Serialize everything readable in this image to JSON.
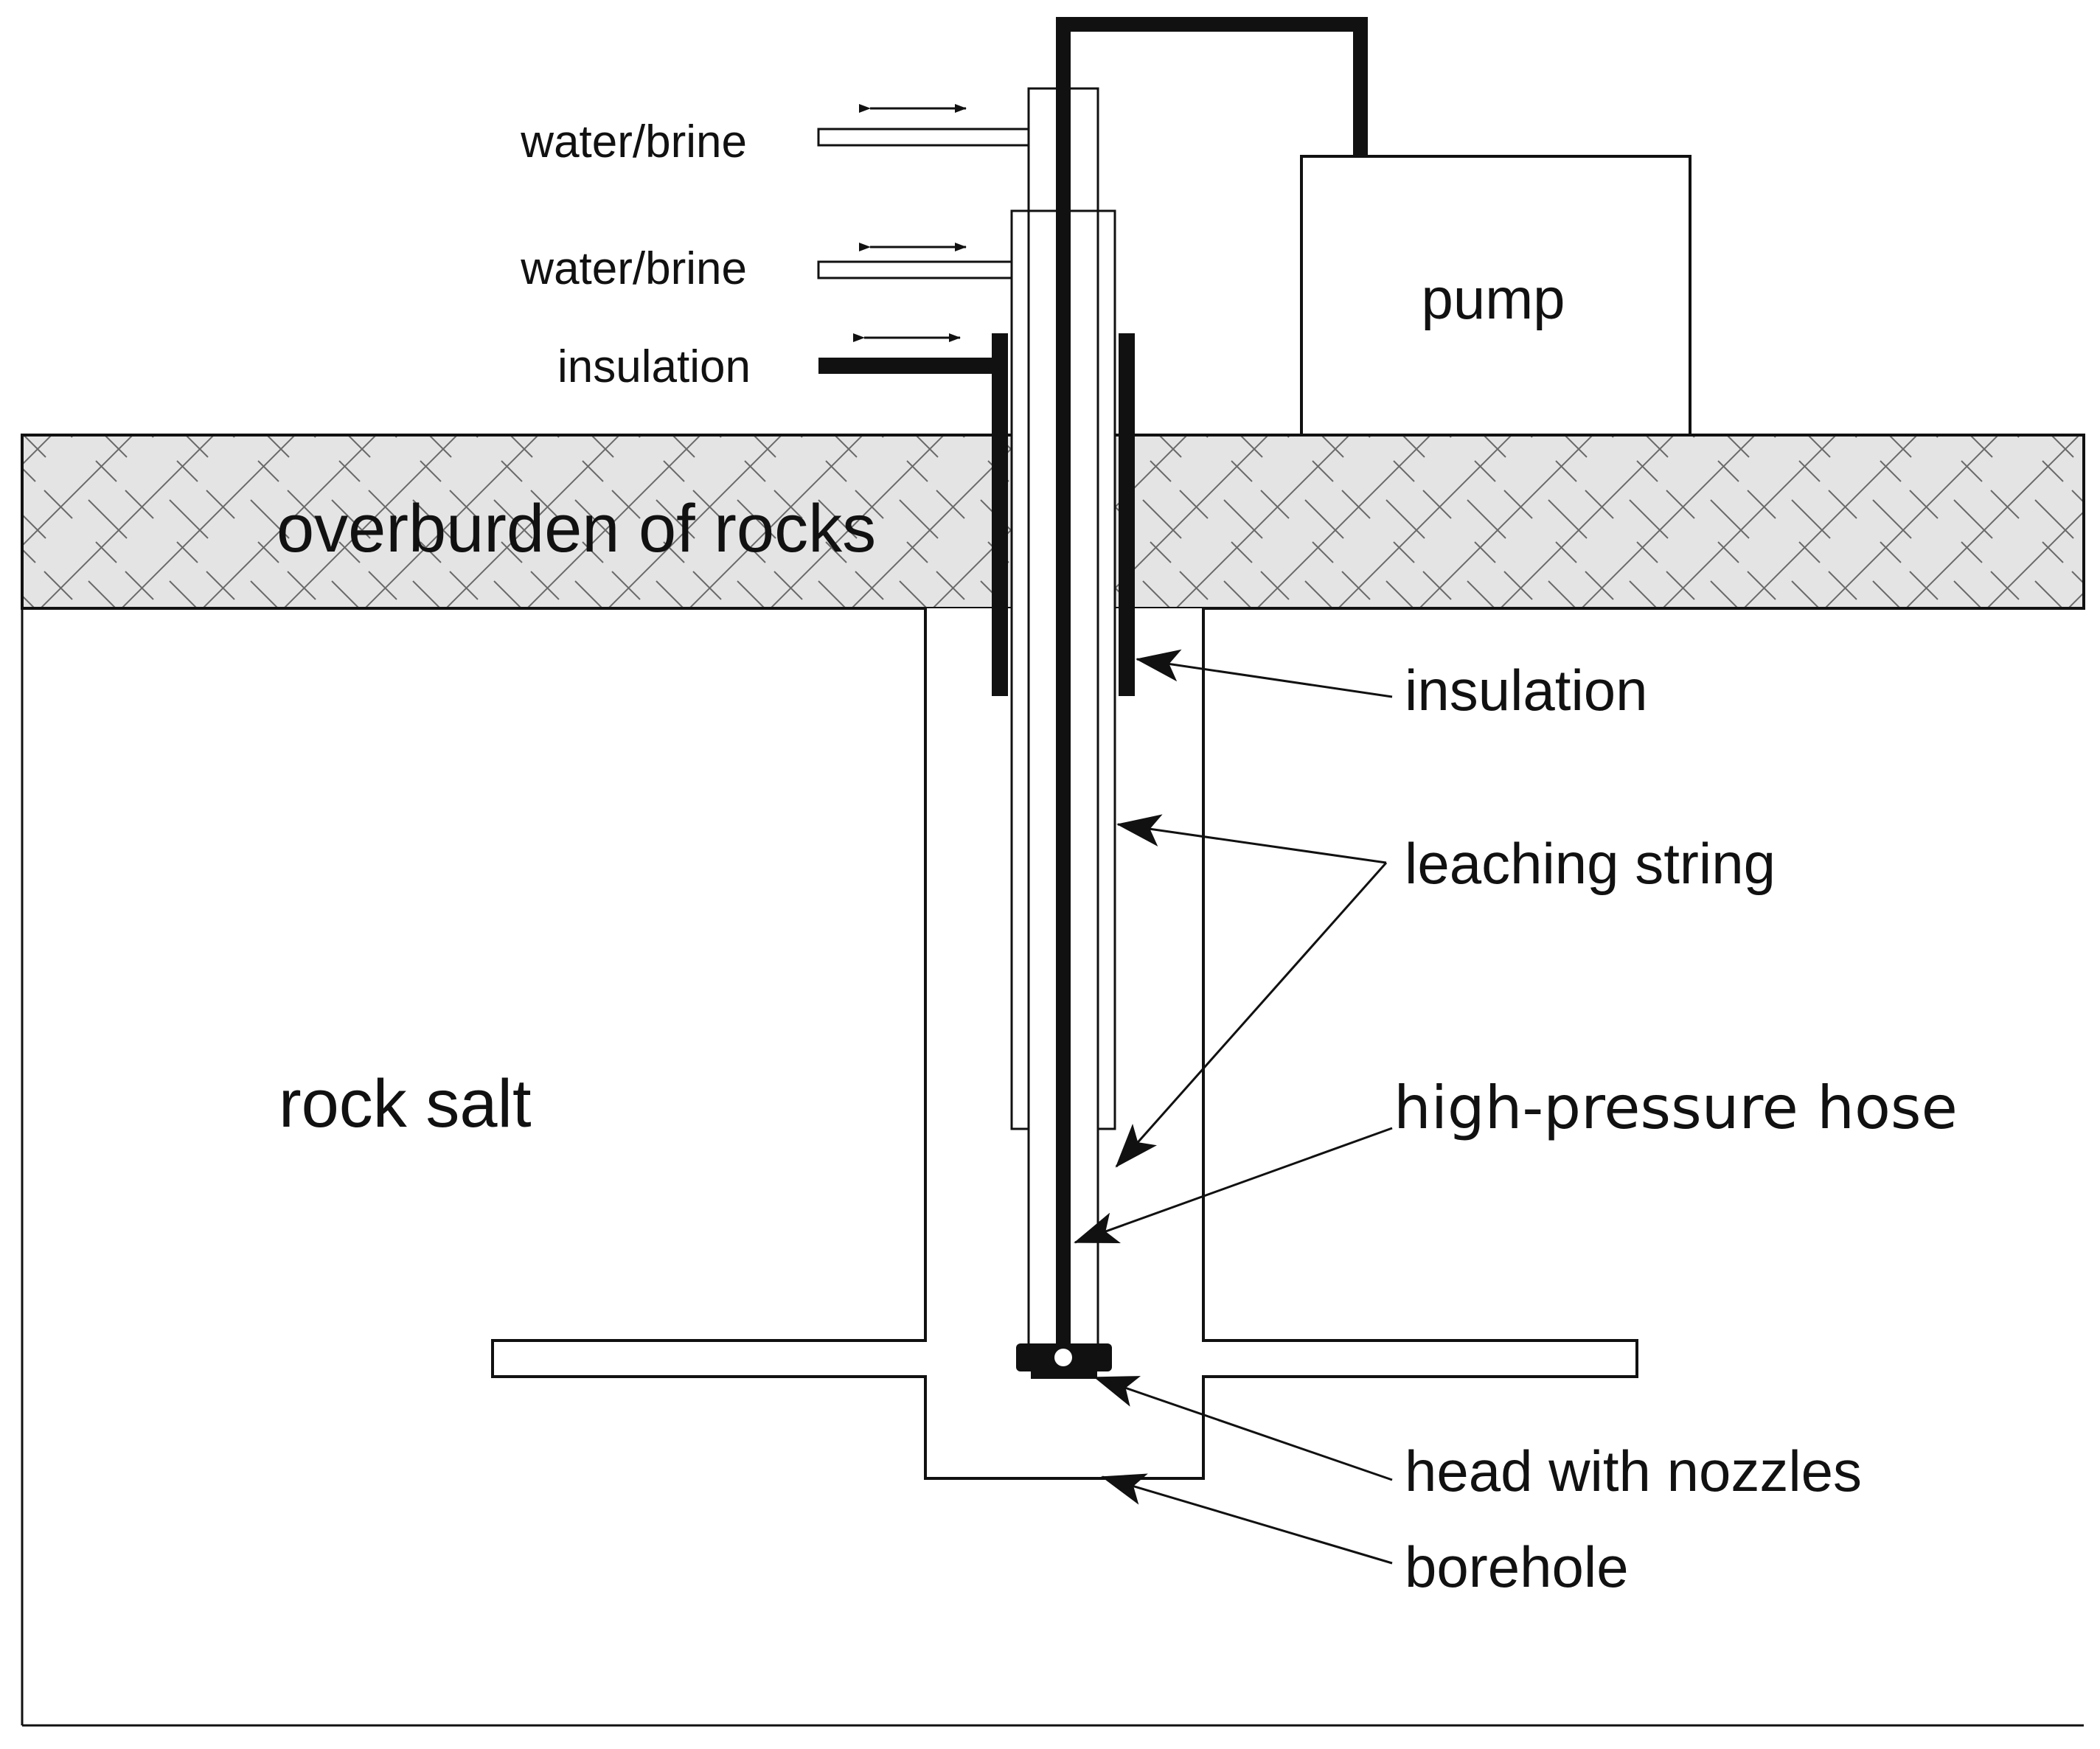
{
  "labels": {
    "water_brine_top": "water/brine",
    "water_brine_mid": "water/brine",
    "insulation_top": "insulation",
    "pump": "pump",
    "overburden": "overburden of rocks",
    "rock_salt": "rock salt",
    "insulation_callout": "insulation",
    "leaching_string": "leaching string",
    "high_pressure_hose": "high-pressure hose",
    "head_with_nozzles": "head with nozzles",
    "borehole": "borehole"
  },
  "colors": {
    "overburden_fill": "#e4e4e4",
    "line": "#111111",
    "background": "#ffffff"
  }
}
